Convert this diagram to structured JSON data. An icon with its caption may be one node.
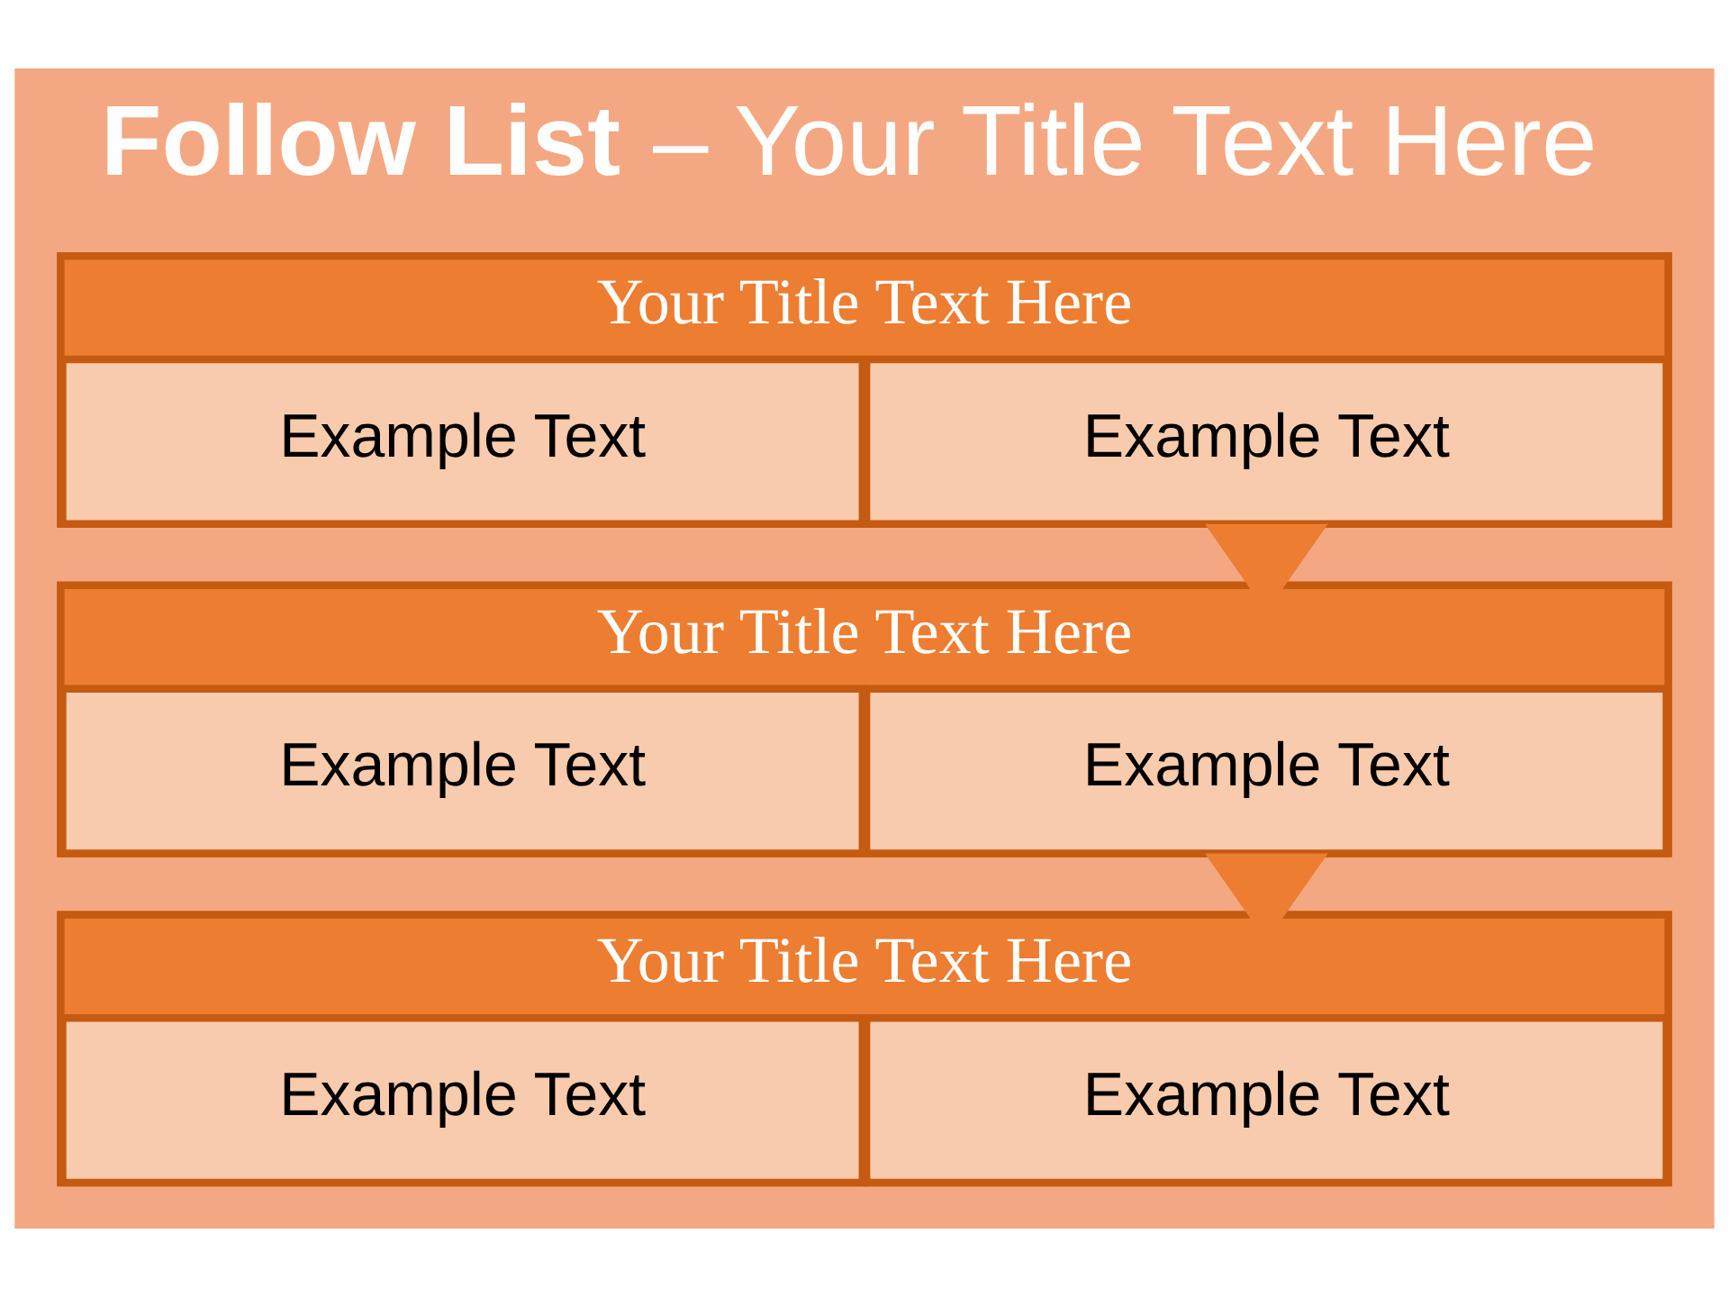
{
  "diagram": {
    "title": "**Follow List**  – Your Title Text Here",
    "nodes": [
      {
        "text": [
          "Your Title Text Here"
        ]
      },
      {
        "text": [
          "Example Text"
        ],
        "in": 0
      },
      {
        "text": [
          "Example Text"
        ],
        "in": 0
      },
      {
        "text": [
          "Your Title Text Here"
        ]
      },
      {
        "text": [
          "Example Text"
        ],
        "in": 3
      },
      {
        "text": [
          "Example Text"
        ],
        "in": 3
      },
      {
        "text": [
          "Your Title Text Here"
        ]
      },
      {
        "text": [
          "Example Text"
        ],
        "in": 6
      },
      {
        "text": [
          "Example Text"
        ],
        "in": 6
      }
    ],
    "edges": [
      {
        "from": 0,
        "to": 3,
        "arrow": "to",
        "style": "thick"
      },
      {
        "from": 3,
        "to": 6,
        "arrow": "to",
        "style": "thick"
      }
    ]
  }
}
